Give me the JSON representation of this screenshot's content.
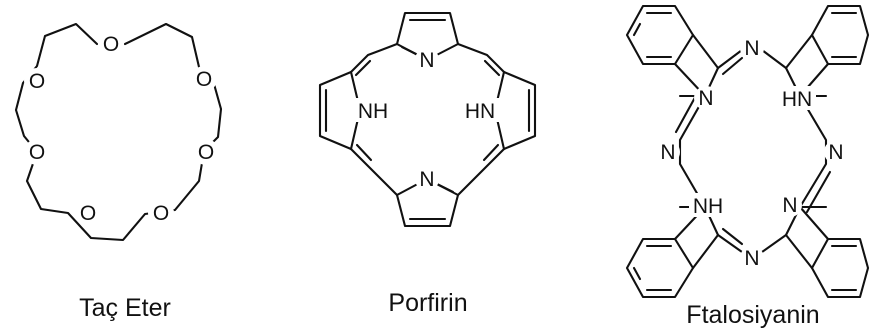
{
  "molecules": [
    {
      "caption": "Taç Eter",
      "atoms": {
        "o1": "O",
        "o2": "O",
        "o3": "O",
        "o4": "O",
        "o5": "O",
        "o6": "O"
      }
    },
    {
      "caption": "Porfirin",
      "atoms": {
        "n_top": "N",
        "nh_left": "NH",
        "nh_right": "HN",
        "n_bottom": "N"
      }
    },
    {
      "caption": "Ftalosiyanin",
      "atoms": {
        "n_bridge_top": "N",
        "n_inner_tl": "N",
        "nh_inner_tr": "HN",
        "n_bridge_left": "N",
        "n_bridge_right": "N",
        "nh_inner_bl": "NH",
        "n_inner_br": "N",
        "n_bridge_bottom": "N"
      }
    }
  ],
  "colors": {
    "ink": "#111111",
    "background": "#ffffff"
  }
}
